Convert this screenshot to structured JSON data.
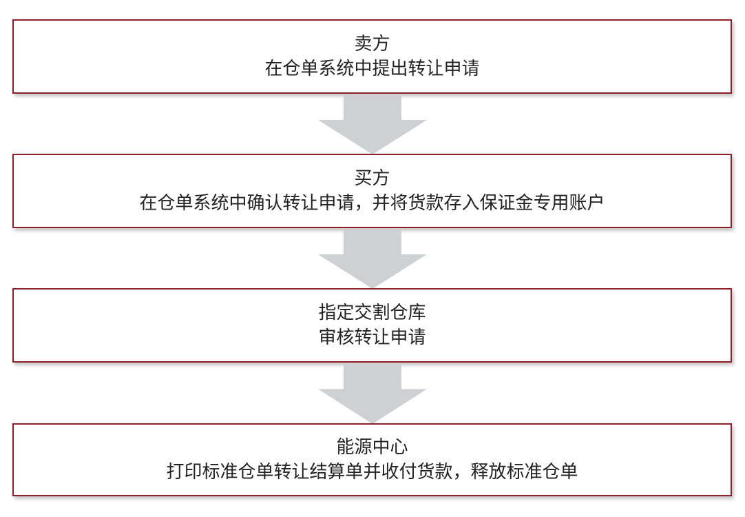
{
  "steps": [
    {
      "title": "卖方",
      "desc": "在仓单系统中提出转让申请"
    },
    {
      "title": "买方",
      "desc": "在仓单系统中确认转让申请，并将货款存入保证金专用账户"
    },
    {
      "title": "指定交割仓库",
      "desc": "审核转让申请"
    },
    {
      "title": "能源中心",
      "desc": "打印标准仓单转让结算单并收付货款，释放标准仓单"
    }
  ],
  "colors": {
    "border": "#8c1f2b",
    "arrow": "#cfd0d3"
  }
}
